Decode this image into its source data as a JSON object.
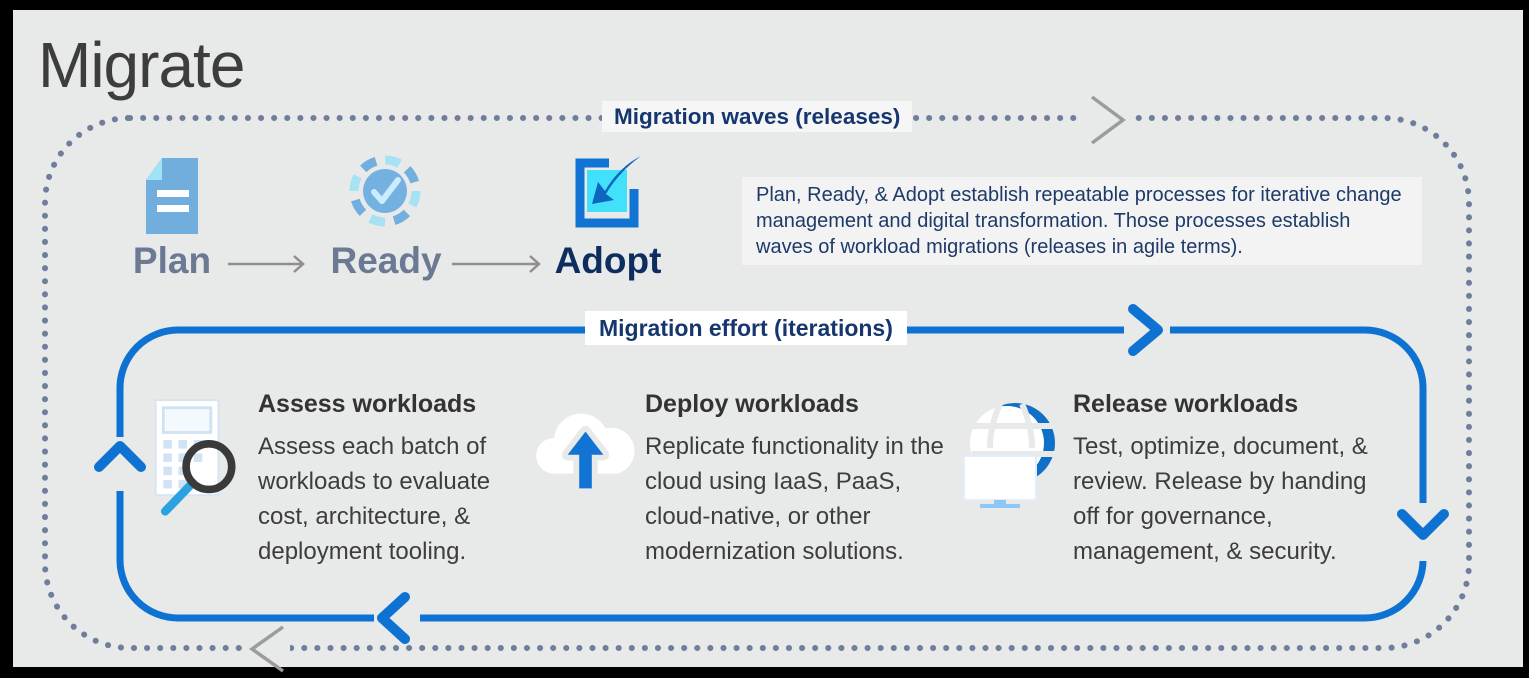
{
  "title": "Migrate",
  "outer_loop": {
    "label": "Migration waves (releases)"
  },
  "inner_loop": {
    "label": "Migration effort (iterations)"
  },
  "stages": [
    {
      "label": "Plan",
      "icon": "plan-document-icon"
    },
    {
      "label": "Ready",
      "icon": "ready-progress-check-icon"
    },
    {
      "label": "Adopt",
      "icon": "adopt-checkbox-arrow-icon"
    }
  ],
  "description": "Plan, Ready, & Adopt establish repeatable processes for iterative change management and digital transformation. Those processes establish waves of workload migrations (releases in agile terms).",
  "steps": [
    {
      "heading": "Assess workloads",
      "body": "Assess each batch of workloads to evaluate cost, architecture, & deployment tooling.",
      "icon": "assess-magnifier-calculator-icon"
    },
    {
      "heading": "Deploy workloads",
      "body": "Replicate functionality in the cloud using IaaS, PaaS, cloud-native, or other modernization solutions.",
      "icon": "deploy-cloud-upload-icon"
    },
    {
      "heading": "Release workloads",
      "body": "Test, optimize, document, & review. Release by handing off for governance, management, & security.",
      "icon": "release-globe-monitor-icon"
    }
  ],
  "colors": {
    "background": "#e8e9e9",
    "frame": "#000000",
    "accent_blue": "#0e72d2",
    "navy_text": "#16366e",
    "dotted_loop": "#6e7e9c",
    "stage_label_gray": "#6b7a92",
    "body_text": "#3d3d3d",
    "cyan_fill": "#41e1fb",
    "light_blue": "#74b0e0"
  }
}
